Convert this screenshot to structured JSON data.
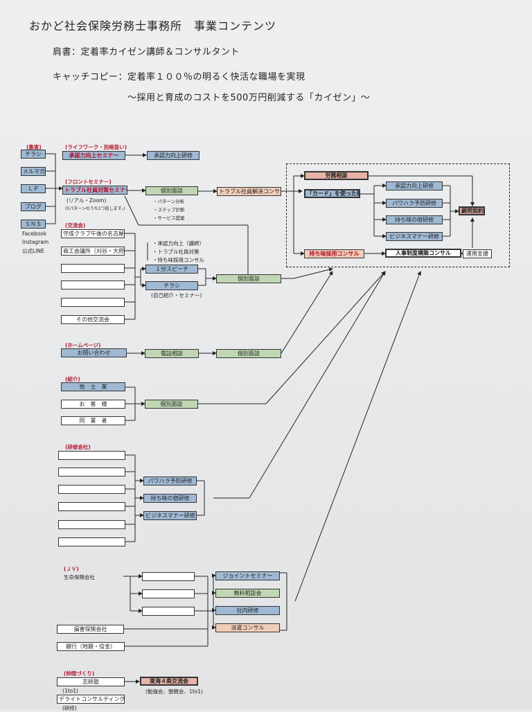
{
  "header": {
    "title": "おかど社会保険労務士事務所　事業コンテンツ",
    "role": "肩書：定着率カイゼン講師＆コンサルタント",
    "catch1": "キャッチコピー：定着率１００％の明るく快活な職場を実現",
    "catch2": "～採用と育成のコストを500万円削減する「カイゼン」～"
  },
  "shuukyaku": {
    "section": "(集客)",
    "items": [
      "チラシ",
      "メルマガ",
      "ＬＰ",
      "ブログ",
      "ＳＮＳ"
    ],
    "sns_notes": [
      "Facebook",
      "Instagram",
      "公式LINE"
    ]
  },
  "lifework": {
    "section": "(ライフワーク・別格扱い)",
    "seminar": "承認力向上セミナー",
    "training": "承認力向上研修"
  },
  "front": {
    "section": "(フロントセミナー)",
    "seminar": "トラブル社員対策セミナー",
    "note1": "(リアル・Zoom)",
    "note2": "(5パターンのうち1つ話します。)",
    "interview": "個別面談",
    "bullets": [
      "・パターン分析",
      "・ステップ診断",
      "・サービス提案"
    ],
    "consult": "トラブル社員解決コンサル"
  },
  "backend": {
    "labor": "労務相談",
    "card": "「カード」を使った研修",
    "trainings": [
      "承認力向上研修",
      "パワハラ予防研修",
      "持ち味の宿研修",
      "ビジネスマナー研修"
    ],
    "advisory": "顧問契約",
    "recruit": "持ち味採用コンサル",
    "hr": "人事制度構築コンサル",
    "support": "運用支援"
  },
  "kouryuukai": {
    "section": "(交流会)",
    "items": [
      "守成クラブ午後の名古屋",
      "商工会議所（刈谷・大府）",
      "",
      "",
      "",
      "その他交流会"
    ],
    "bullets": [
      "・承認力向上（講師）",
      "・トラブル社員対策",
      "・持ち味採用コンサル"
    ],
    "speech": "１分スピーチ",
    "flyer": "チラシ",
    "note": "(自己紹介・セミナー)",
    "interview": "個別面談"
  },
  "homepage": {
    "section": "(ホームページ)",
    "inquiry": "お問い合わせ",
    "phone": "電話相談",
    "interview": "個別面談"
  },
  "shoukai": {
    "section": "(紹介)",
    "items": [
      "他　士　業",
      "お　客　様",
      "同　業　者"
    ],
    "interview": "個別面談"
  },
  "kenshu": {
    "section": "(研修会社)",
    "items": [
      "",
      "",
      "",
      "",
      "",
      ""
    ],
    "trainings": [
      "パワハラ予防研修",
      "持ち味の宿研修",
      "ビジネスマナー研修"
    ]
  },
  "jv": {
    "section": "(ＪＶ)",
    "partners": [
      "生命保険会社",
      "損害保険会社",
      "銀行（地銀・信金）"
    ],
    "blanks": [
      "",
      "",
      ""
    ],
    "services": [
      "ジョイントセミナー",
      "無料相談会",
      "社内研修",
      "派遣コンサル"
    ]
  },
  "nakama": {
    "section": "(仲間づくり)",
    "org1": "志師塾",
    "org1_note": "(1to1)",
    "org2": "デライトコンサルティング",
    "org2_note": "(研修)",
    "event": "東海４県交流会",
    "event_note": "(勉強会、懇親会、1to1)"
  }
}
